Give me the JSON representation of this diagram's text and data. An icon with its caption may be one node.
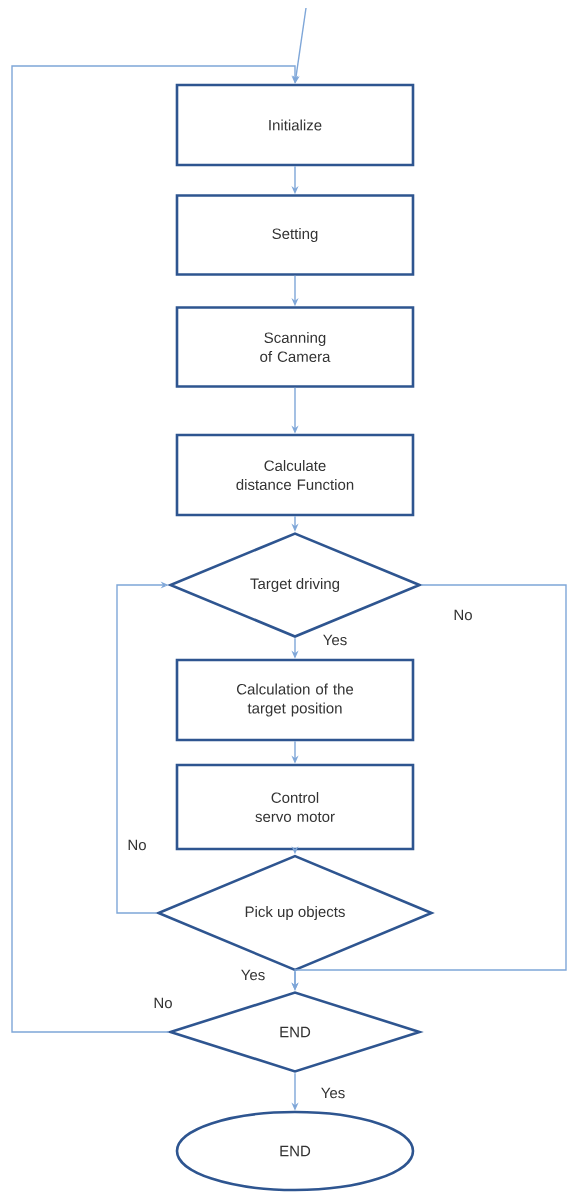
{
  "diagram": {
    "nodes": [
      {
        "text": [
          "Initialize"
        ]
      },
      {
        "text": [
          "Setting"
        ]
      },
      {
        "text": [
          "Scanning of Camera"
        ]
      },
      {
        "text": [
          "Calculate distance Function"
        ]
      },
      {
        "text": [
          "Target driving"
        ]
      },
      {
        "text": [
          "Calculation of the target position"
        ]
      },
      {
        "text": [
          "Control servo motor"
        ]
      },
      {
        "text": [
          "Pick up objects"
        ]
      },
      {
        "text": [
          "END"
        ]
      },
      {
        "text": [
          "END"
        ]
      }
    ],
    "edges": [
      {
        "from": null,
        "to": 0,
        "arrow": "to"
      },
      {
        "from": 0,
        "to": 1,
        "arrow": "to"
      },
      {
        "from": 1,
        "to": 2,
        "arrow": "to"
      },
      {
        "from": 2,
        "to": 3,
        "arrow": "to"
      },
      {
        "from": 3,
        "to": 4,
        "arrow": "to"
      },
      {
        "from": 4,
        "to": 5,
        "arrow": "to",
        "label": "Yes"
      },
      {
        "from": 5,
        "to": 6,
        "arrow": "to"
      },
      {
        "from": 6,
        "to": 7,
        "arrow": "to"
      },
      {
        "from": 7,
        "to": 4,
        "arrow": "to",
        "label": "No"
      },
      {
        "from": 7,
        "to": 8,
        "arrow": "to",
        "label": "Yes"
      },
      {
        "from": 4,
        "to": 8,
        "arrow": "to",
        "label": "No"
      },
      {
        "from": 8,
        "to": 0,
        "arrow": "to",
        "label": "No"
      },
      {
        "from": 8,
        "to": 9,
        "arrow": "to",
        "label": "Yes"
      }
    ]
  }
}
